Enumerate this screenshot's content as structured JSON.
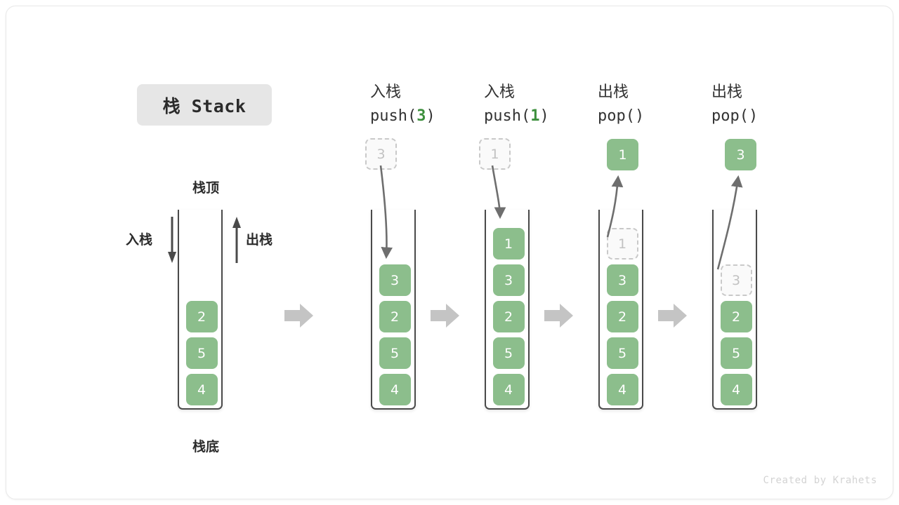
{
  "figure": {
    "title_badge": "栈 Stack",
    "credit": "Created by Krahets",
    "accent_green": "#8cbe8c",
    "accent_green_text": "#3c8f3c",
    "ghost_border": "#c9c9c9",
    "arrow_gray": "#c4c4c4",
    "line_gray": "#6e6e6e"
  },
  "legend": {
    "stack_top": "栈顶",
    "stack_bottom": "栈底",
    "push_side": "入栈",
    "pop_side": "出栈"
  },
  "columns": [
    {
      "id": "initial",
      "header_cn": "",
      "header_code": "",
      "code_prefix": "",
      "code_accent": "",
      "code_suffix": "",
      "float_cell": null,
      "cells": [
        {
          "value": "2",
          "state": "filled"
        },
        {
          "value": "5",
          "state": "filled"
        },
        {
          "value": "4",
          "state": "filled"
        }
      ]
    },
    {
      "id": "push-3",
      "header_cn": "入栈",
      "header_code": "push(3)",
      "code_prefix": "push(",
      "code_accent": "3",
      "code_suffix": ")",
      "float_cell": {
        "value": "3",
        "state": "ghost"
      },
      "cells": [
        {
          "value": "3",
          "state": "filled"
        },
        {
          "value": "2",
          "state": "filled"
        },
        {
          "value": "5",
          "state": "filled"
        },
        {
          "value": "4",
          "state": "filled"
        }
      ]
    },
    {
      "id": "push-1",
      "header_cn": "入栈",
      "header_code": "push(1)",
      "code_prefix": "push(",
      "code_accent": "1",
      "code_suffix": ")",
      "float_cell": {
        "value": "1",
        "state": "ghost"
      },
      "cells": [
        {
          "value": "1",
          "state": "filled"
        },
        {
          "value": "3",
          "state": "filled"
        },
        {
          "value": "2",
          "state": "filled"
        },
        {
          "value": "5",
          "state": "filled"
        },
        {
          "value": "4",
          "state": "filled"
        }
      ]
    },
    {
      "id": "pop-1",
      "header_cn": "出栈",
      "header_code": "pop()",
      "code_prefix": "pop()",
      "code_accent": "",
      "code_suffix": "",
      "float_cell": {
        "value": "1",
        "state": "filled"
      },
      "cells": [
        {
          "value": "1",
          "state": "ghost"
        },
        {
          "value": "3",
          "state": "filled"
        },
        {
          "value": "2",
          "state": "filled"
        },
        {
          "value": "5",
          "state": "filled"
        },
        {
          "value": "4",
          "state": "filled"
        }
      ]
    },
    {
      "id": "pop-3",
      "header_cn": "出栈",
      "header_code": "pop()",
      "code_prefix": "pop()",
      "code_accent": "",
      "code_suffix": "",
      "float_cell": {
        "value": "3",
        "state": "filled"
      },
      "cells": [
        {
          "value": "",
          "state": "empty"
        },
        {
          "value": "3",
          "state": "ghost"
        },
        {
          "value": "2",
          "state": "filled"
        },
        {
          "value": "5",
          "state": "filled"
        },
        {
          "value": "4",
          "state": "filled"
        }
      ]
    }
  ]
}
